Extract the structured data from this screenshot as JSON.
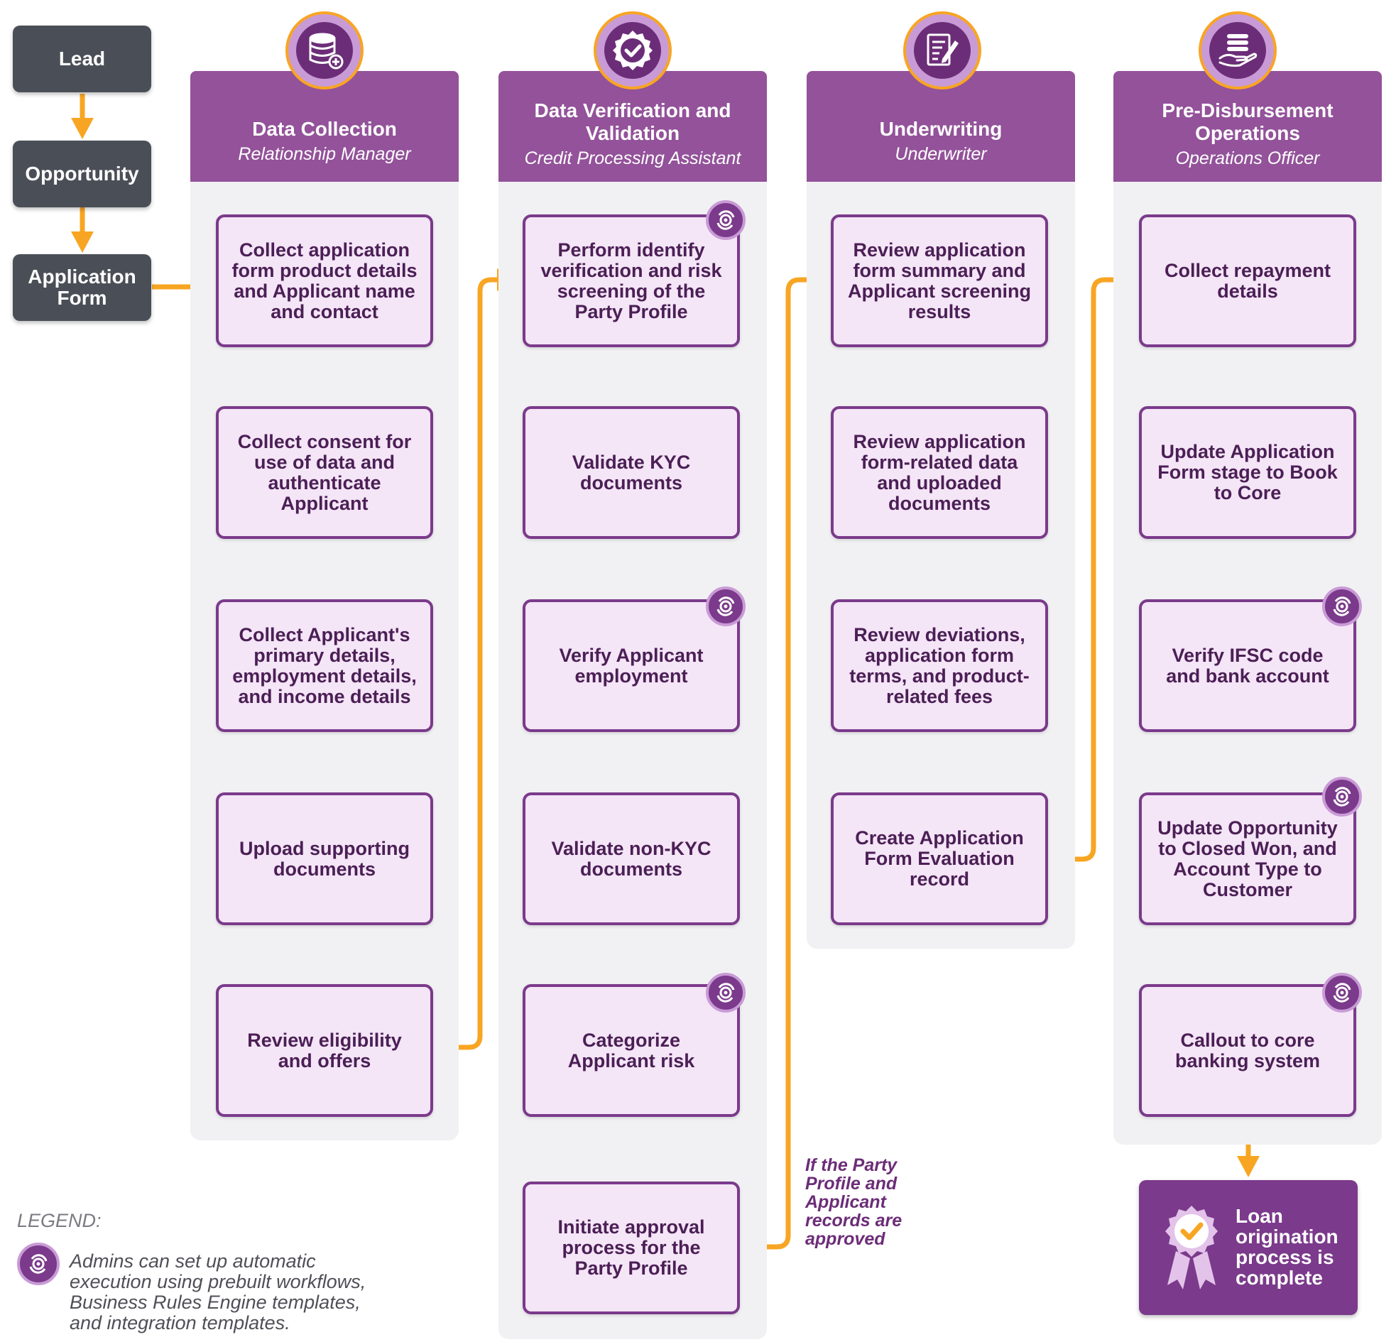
{
  "entry_steps": [
    "Lead",
    "Opportunity",
    "Application Form"
  ],
  "lanes": [
    {
      "title": "Data Collection",
      "role": "Relationship Manager",
      "icon": "database-add-icon",
      "steps": [
        {
          "label": "Collect application form product details and Applicant name and contact",
          "auto": false
        },
        {
          "label": "Collect consent for use of data and authenticate Applicant",
          "auto": false
        },
        {
          "label": "Collect Applicant's primary details, employment details, and income details",
          "auto": false
        },
        {
          "label": "Upload supporting documents",
          "auto": false
        },
        {
          "label": "Review eligibility and offers",
          "auto": false
        }
      ]
    },
    {
      "title": "Data Verification and Validation",
      "role": "Credit Processing Assistant",
      "icon": "verified-badge-icon",
      "steps": [
        {
          "label": "Perform identify verification and risk screening of the Party Profile",
          "auto": true
        },
        {
          "label": "Validate KYC documents",
          "auto": false
        },
        {
          "label": "Verify Applicant employment",
          "auto": true
        },
        {
          "label": "Validate non-KYC documents",
          "auto": false
        },
        {
          "label": "Categorize Applicant risk",
          "auto": true
        },
        {
          "label": "Initiate approval process for the Party Profile",
          "auto": false
        }
      ]
    },
    {
      "title": "Underwriting",
      "role": "Underwriter",
      "icon": "document-edit-icon",
      "steps": [
        {
          "label": "Review application form summary and Applicant screening results",
          "auto": false
        },
        {
          "label": "Review application form-related data and uploaded documents",
          "auto": false
        },
        {
          "label": "Review deviations, application form terms, and product-related fees",
          "auto": false
        },
        {
          "label": "Create Application Form Evaluation record",
          "auto": false
        }
      ]
    },
    {
      "title": "Pre-Disbursement Operations",
      "role": "Operations Officer",
      "icon": "money-hand-icon",
      "steps": [
        {
          "label": "Collect repayment details",
          "auto": false
        },
        {
          "label": "Update Application Form stage to Book to Core",
          "auto": false
        },
        {
          "label": "Verify IFSC code and bank account",
          "auto": true
        },
        {
          "label": "Update Opportunity to Closed Won, and Account Type to Customer",
          "auto": true
        },
        {
          "label": "Callout to core banking system",
          "auto": true
        }
      ]
    }
  ],
  "approval_note": "If the Party Profile and Applicant records are approved",
  "completion": "Loan origination process is complete",
  "legend": {
    "title": "LEGEND:",
    "text": "Admins can set up automatic execution using prebuilt workflows, Business Rules Engine templates, and integration templates.",
    "icon": "automation-gear-icon"
  },
  "colors": {
    "lane_header": "#93529a",
    "step_fill": "#f4e5f7",
    "step_border": "#7b3a8b",
    "connector": "#f8a523",
    "entry_box": "#4a4f57"
  }
}
